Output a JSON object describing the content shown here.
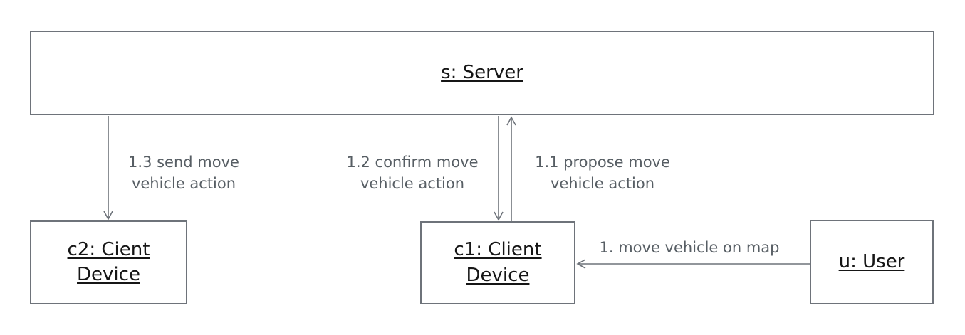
{
  "diagram": {
    "type": "uml-communication-diagram",
    "background": "#ffffff"
  },
  "nodes": {
    "server": {
      "label": "s: Server"
    },
    "c2": {
      "label": "c2: Cient Device"
    },
    "c1": {
      "label": "c1: Client Device"
    },
    "user": {
      "label": "u: User"
    }
  },
  "messages": [
    {
      "id": "1",
      "label": "1. move vehicle on map",
      "from": "user",
      "to": "c1",
      "direction": "left"
    },
    {
      "id": "1.1",
      "label": "1.1 propose move vehicle action",
      "from": "c1",
      "to": "server",
      "direction": "up"
    },
    {
      "id": "1.2",
      "label": "1.2 confirm move vehicle action",
      "from": "server",
      "to": "c1",
      "direction": "down"
    },
    {
      "id": "1.3",
      "label": "1.3 send move vehicle action",
      "from": "server",
      "to": "c2",
      "direction": "down"
    }
  ],
  "colors": {
    "box_border": "#6e737a",
    "arrow_stroke": "#6e737a",
    "message_text": "#575e64",
    "node_text": "#161616",
    "background": "#ffffff"
  }
}
